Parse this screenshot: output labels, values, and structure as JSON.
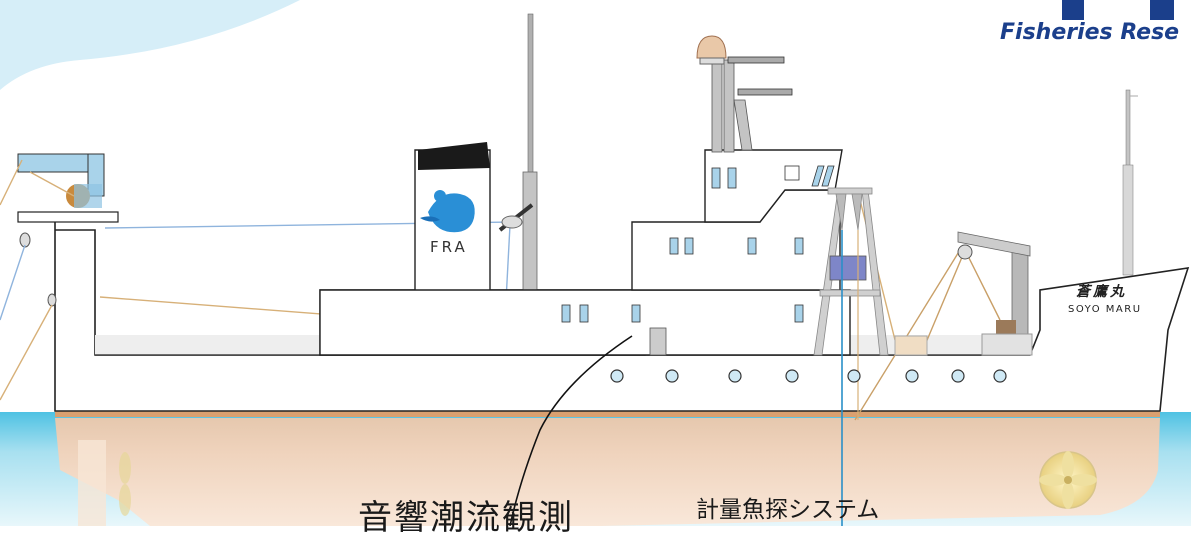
{
  "logo": {
    "text": "Fisheries Rese"
  },
  "funnel": {
    "text": "FRA"
  },
  "ship_name": {
    "japanese": "蒼鷹丸",
    "english": "SOYO MARU"
  },
  "labels": {
    "current_observation": "音響潮流観測",
    "echo_sounder": "計量魚探システム"
  },
  "colors": {
    "sea_top": "#5bc7e6",
    "sea_bottom": "#c9edf7",
    "hull_underwater": "#f6d2b8",
    "logo_blue": "#1b3f8b",
    "fra_blue": "#2a8fd6",
    "waterline_stripe": "#d9a070"
  }
}
